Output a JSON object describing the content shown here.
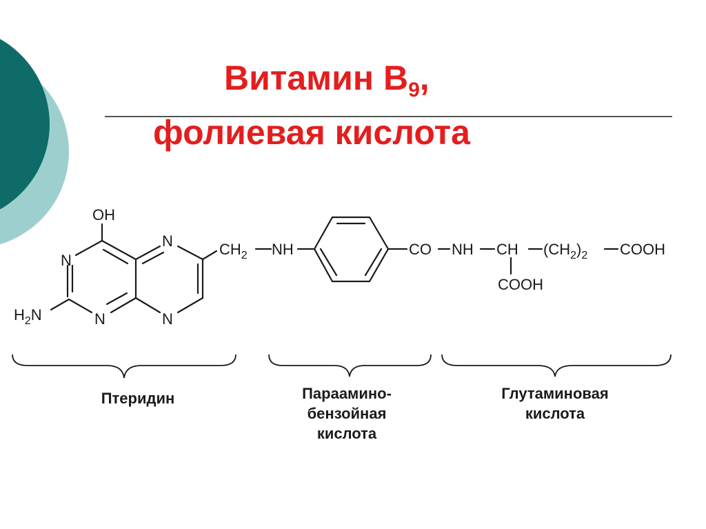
{
  "title": {
    "line1_main": "Витамин B",
    "line1_sub": "9",
    "line1_tail": ",",
    "line2": "фолиевая кислота"
  },
  "structure": {
    "oh": "OH",
    "n_top_left": "N",
    "n_top_right": "N",
    "n_bottom_left": "N",
    "n_bottom_right": "N",
    "h2n": "H",
    "h2n_sub": "2",
    "h2n_tail": "N",
    "ch2": "CH",
    "ch2_sub": "2",
    "nh1": "NH",
    "co": "CO",
    "nh2": "NH",
    "ch": "CH",
    "ch2_paren_open": "(CH",
    "ch2_paren_sub": "2",
    "ch2_paren_close": ")",
    "ch2_paren_mult": "2",
    "cooh_end": "COOH",
    "cooh_side": "COOH"
  },
  "captions": {
    "pteridine": "Птеридин",
    "paba_1": "Параамино-",
    "paba_2": "бензойная",
    "paba_3": "кислота",
    "glu_1": "Глутаминовая",
    "glu_2": "кислота"
  },
  "colors": {
    "title": "#e41e1e",
    "teal_dark": "#0e6b68",
    "teal_light": "#9ecfcf",
    "text": "#1a1a1a"
  }
}
